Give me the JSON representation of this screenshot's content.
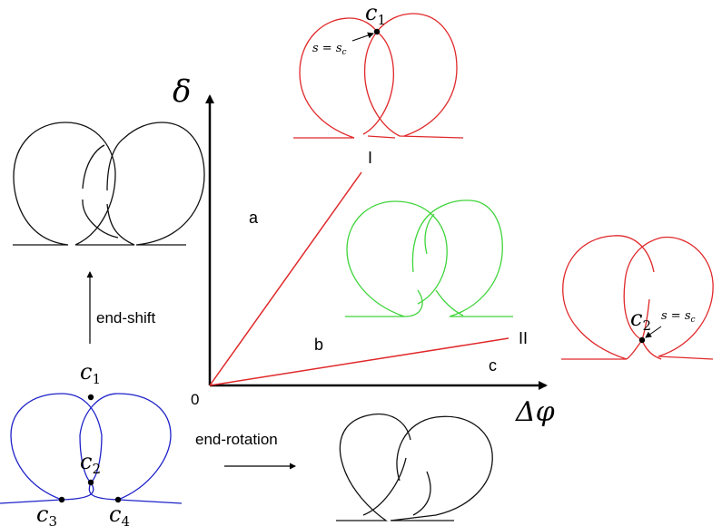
{
  "axes": {
    "y_label": "δ",
    "x_label": "Δφ",
    "origin_label": "0"
  },
  "lines": {
    "line_I_label": "I",
    "line_II_label": "II"
  },
  "regions": {
    "a": "a",
    "b": "b",
    "c": "c"
  },
  "arrows": {
    "end_shift": "end-shift",
    "end_rotation": "end-rotation"
  },
  "contacts": {
    "c1": {
      "base": "c",
      "sub": "1"
    },
    "c2": {
      "base": "c",
      "sub": "2"
    },
    "c3": {
      "base": "c",
      "sub": "3"
    },
    "c4": {
      "base": "c",
      "sub": "4"
    }
  },
  "annotations": {
    "s_eq_sc": "s = s",
    "s_eq_sc_sub": "c"
  },
  "colors": {
    "black": "#111111",
    "red": "#e0282a",
    "green": "#3fd43a",
    "blue": "#1e22c8"
  }
}
